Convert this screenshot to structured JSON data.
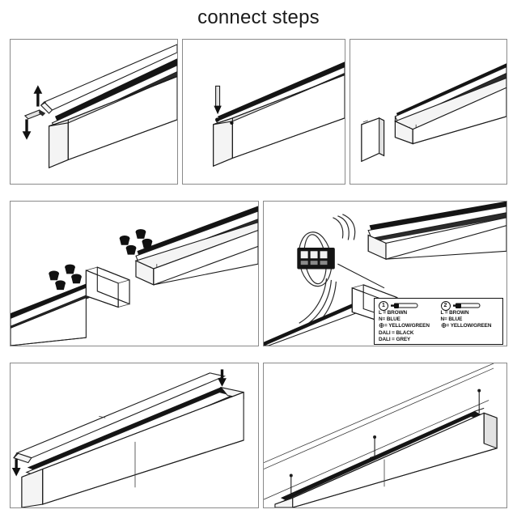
{
  "page": {
    "title": "connect steps",
    "background_color": "#ffffff",
    "panel_border_color": "#8a8a8a",
    "line_color": "#1c1c1c"
  },
  "panels": [
    {
      "id": "panel-1",
      "step": 1,
      "row": 1,
      "name": "remove-cover-and-screw",
      "description": "Isometric linear channel profile with diffuser cover lifted upward and screw removed downward",
      "arrows": [
        "up",
        "down"
      ]
    },
    {
      "id": "panel-2",
      "step": 2,
      "row": 1,
      "name": "insert-pin",
      "description": "Pin or screw inserted downward into the end of the linear channel",
      "arrows": [
        "down"
      ]
    },
    {
      "id": "panel-3",
      "step": 3,
      "row": 1,
      "name": "attach-end-cap",
      "description": "End cap plate aligned with the open end of the channel profile",
      "arrows": []
    },
    {
      "id": "panel-4",
      "step": 4,
      "row": 2,
      "name": "join-sections-with-screws",
      "description": "Two channel sections joined by a splice plate with four screws above each joint",
      "screw_clusters": 2,
      "screws_per_cluster": 4
    },
    {
      "id": "panel-5",
      "step": 5,
      "row": 2,
      "name": "wire-terminal-connection",
      "description": "Terminal block connector wired between channel sections with leader line to wiring legend"
    },
    {
      "id": "panel-6",
      "step": 6,
      "row": 3,
      "name": "press-on-diffuser",
      "description": "Diffuser cover pressed down onto the assembled fixture body",
      "arrows": [
        "down",
        "down"
      ]
    },
    {
      "id": "panel-7",
      "step": 7,
      "row": 3,
      "name": "suspend-fixture",
      "description": "Completed fixture suspended from ceiling by three suspension cables",
      "suspension_cables": 3
    }
  ],
  "wiring_legend": {
    "name": "wiring-legend",
    "columns": [
      {
        "number": "1",
        "connector": "5-pole terminal",
        "rows": [
          "L = BROWN",
          "N= BLUE",
          "= YELLOW/GREEN",
          "DALI  = BLACK",
          "DALI  = GREY"
        ]
      },
      {
        "number": "2",
        "connector": "3-pole terminal",
        "rows": [
          "L = BROWN",
          "N= BLUE",
          "= YELLOW/GREEN"
        ]
      }
    ]
  }
}
